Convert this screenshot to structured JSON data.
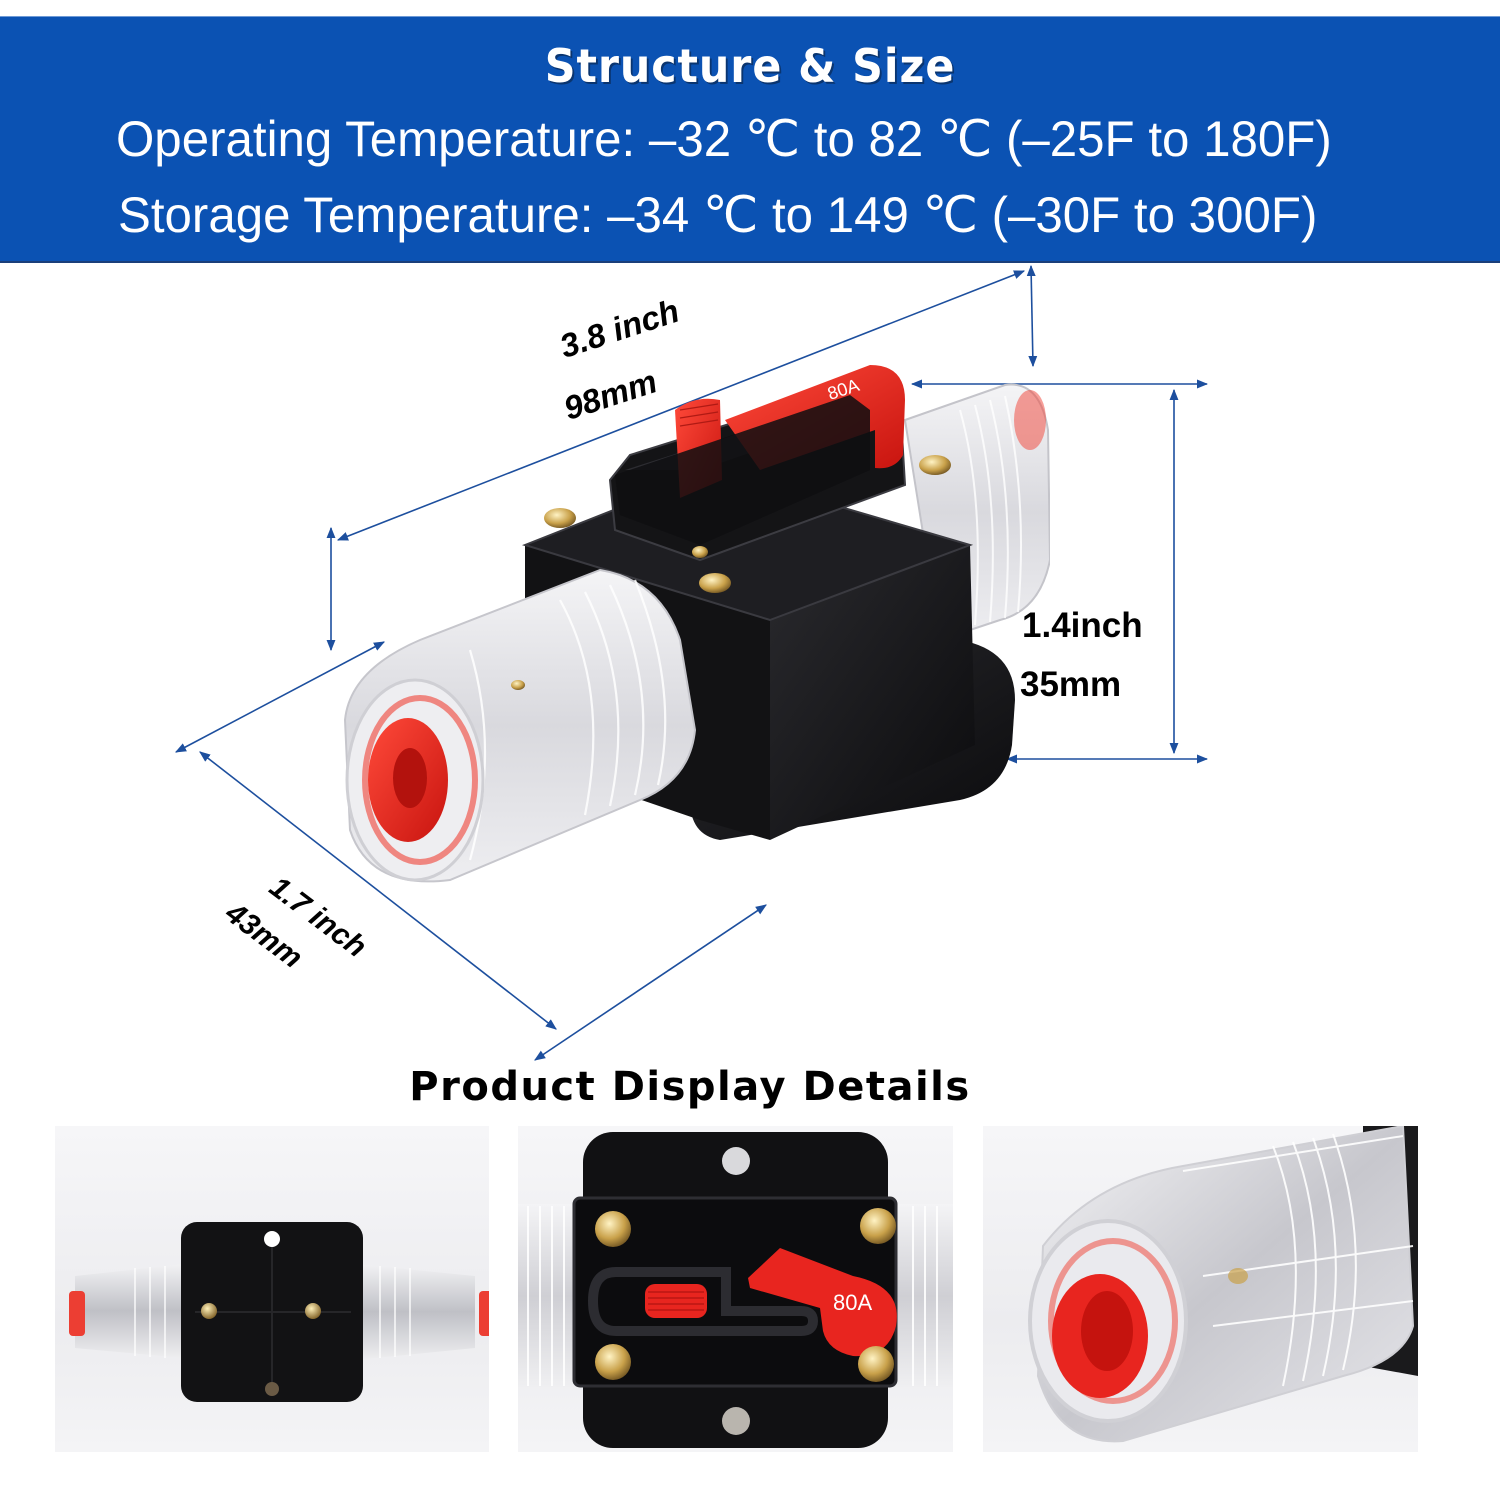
{
  "banner": {
    "title": "Structure & Size",
    "background_color": "#0b52b3",
    "specs": [
      {
        "label": "Operating Temperature",
        "text": "Operating Temperature: –32 ℃ to 82 ℃ (–25F to 180F)"
      },
      {
        "label": "Storage Temperature",
        "text": "Storage Temperature: –34 ℃ to 149 ℃ (–30F to 300F)"
      }
    ]
  },
  "dimensions": {
    "length": {
      "inch": "3.8 inch",
      "mm": "98mm"
    },
    "height": {
      "inch": "1.4inch",
      "mm": "35mm"
    },
    "width": {
      "inch": "1.7 inch",
      "mm": "43mm"
    },
    "arrow_color": "#1d4f9e"
  },
  "product": {
    "rating_label": "80A",
    "accent_color": "#e8251f"
  },
  "details": {
    "title": "Product Display Details",
    "panels": [
      {
        "view": "back-view",
        "rating_label": ""
      },
      {
        "view": "top-view",
        "rating_label": "80A"
      },
      {
        "view": "end-cap-closeup",
        "rating_label": ""
      }
    ]
  }
}
